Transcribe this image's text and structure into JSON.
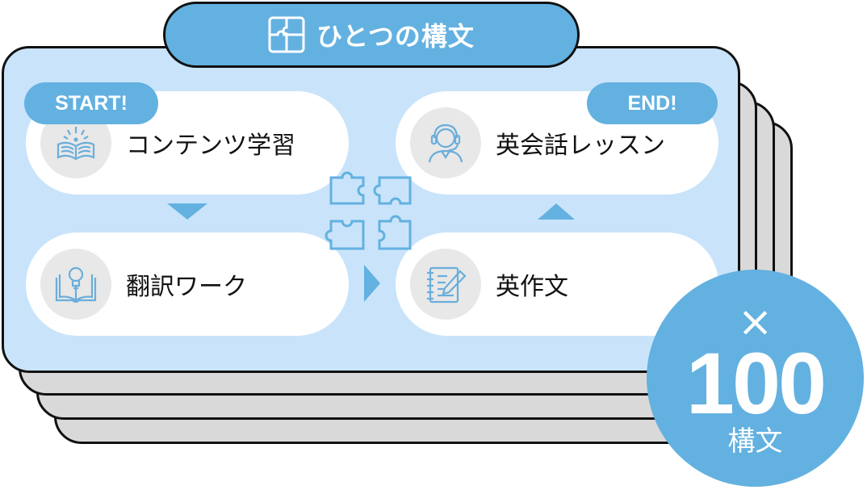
{
  "title": "ひとつの構文",
  "steps": [
    {
      "label": "コンテンツ学習",
      "icon": "open-book-icon"
    },
    {
      "label": "翻訳ワーク",
      "icon": "lightbulb-book-icon"
    },
    {
      "label": "英作文",
      "icon": "notepad-pen-icon"
    },
    {
      "label": "英会話レッスン",
      "icon": "headset-person-icon"
    }
  ],
  "badges": {
    "start": "START!",
    "end": "END!"
  },
  "multiplier": {
    "symbol": "×",
    "number": "100",
    "unit": "構文"
  },
  "colors": {
    "accent": "#63b1e0",
    "panel": "#c9e4fa",
    "stack": "#d9d9d9",
    "icon": "#6aaedb"
  }
}
